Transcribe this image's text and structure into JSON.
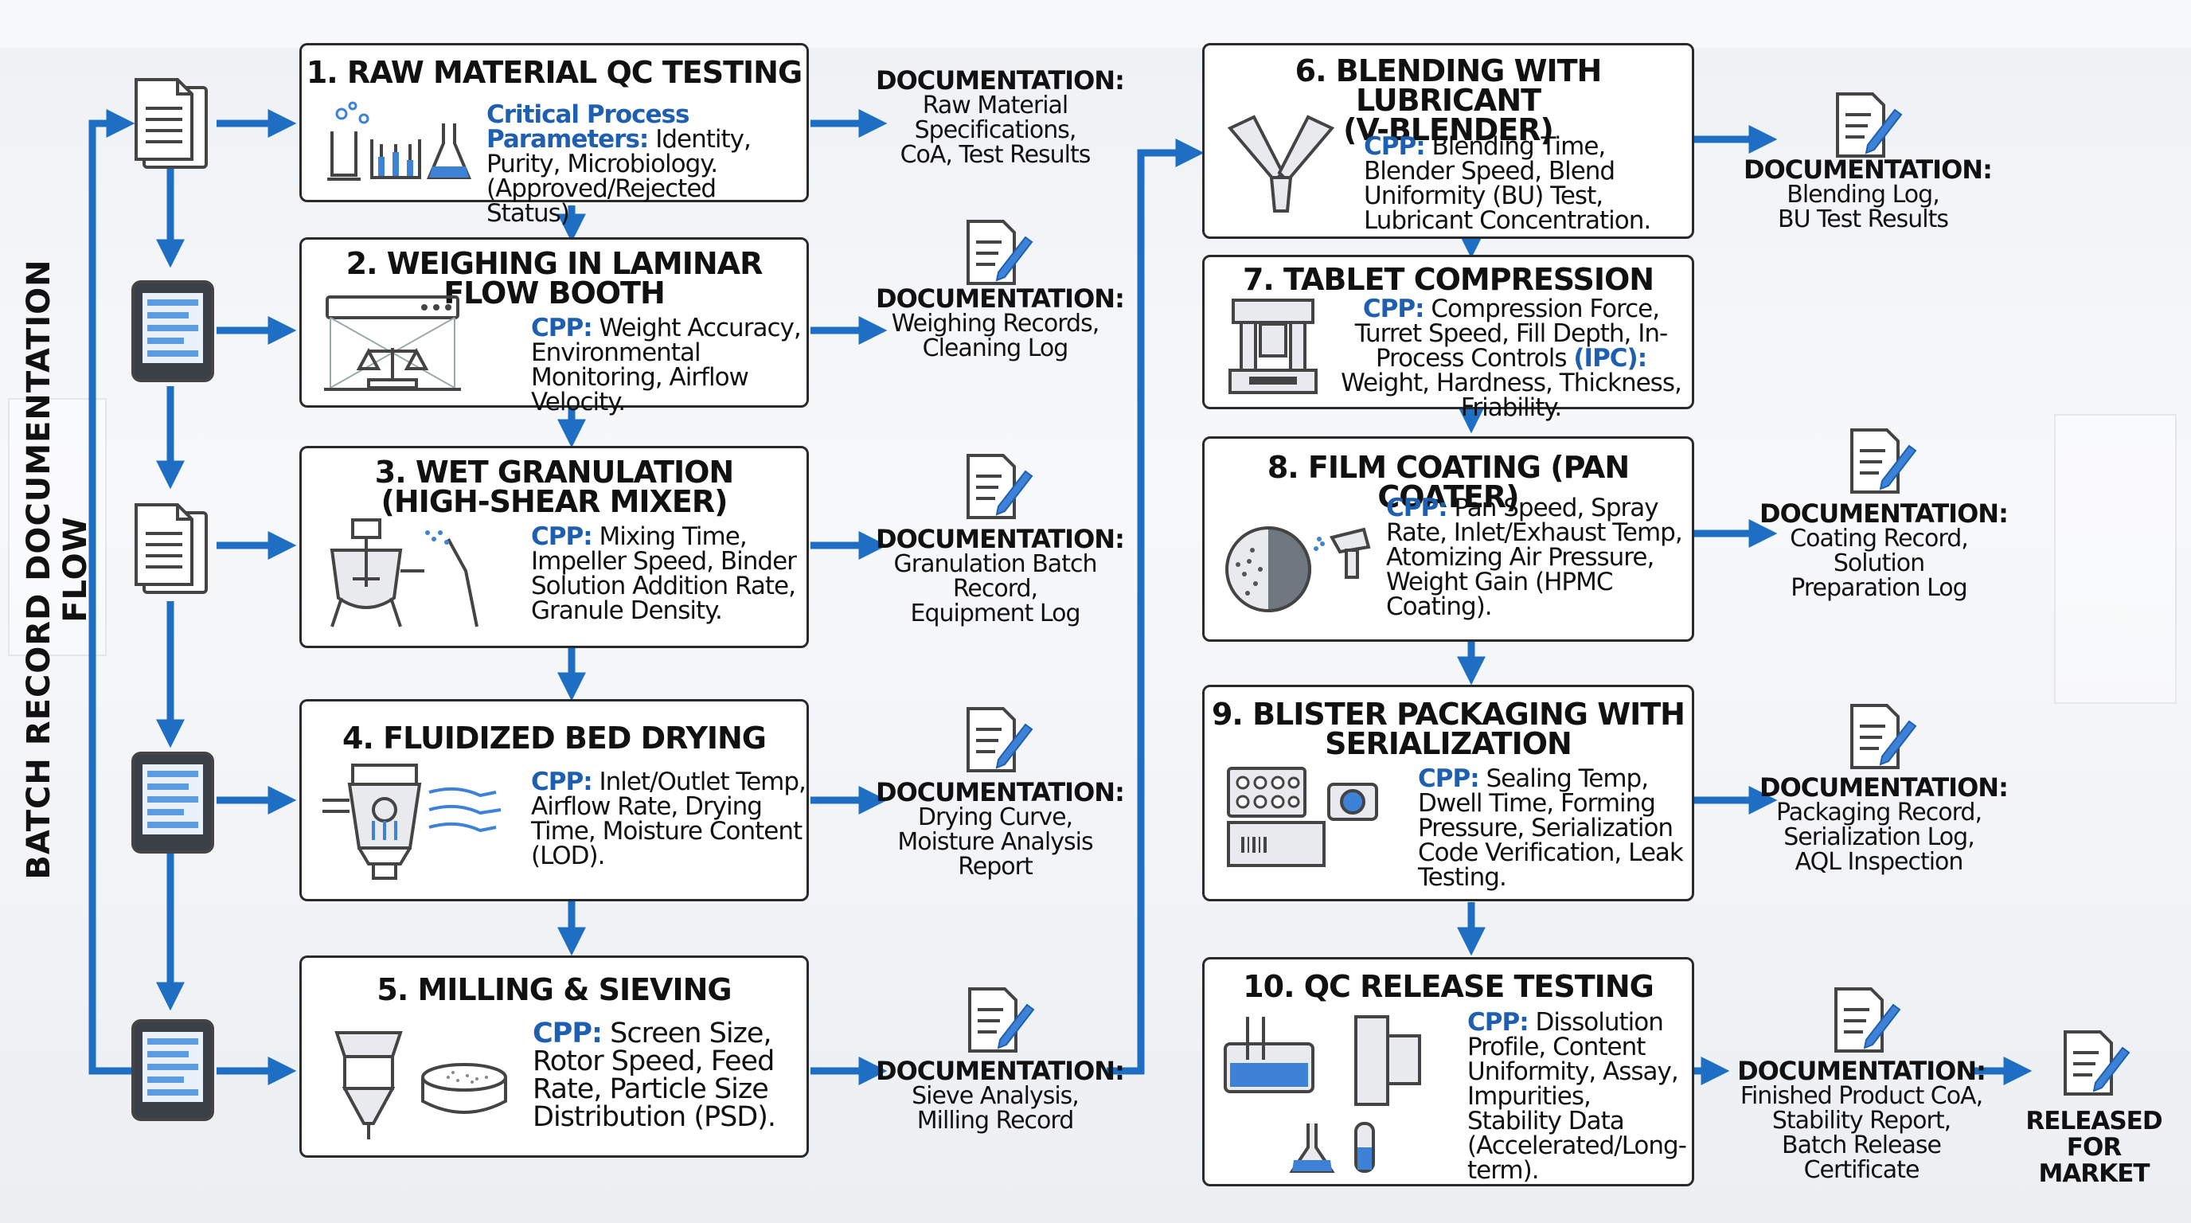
{
  "side_label": "BATCH RECORD DOCUMENTATION FLOW",
  "cpp_prefix": "CPP:",
  "doc_prefix": "DOCUMENTATION:",
  "steps": [
    {
      "title": "1. RAW MATERIAL QC TESTING",
      "label": "Critical Process Parameters:",
      "text": "Identity, Purity, Microbiology. (Approved/Rejected Status)",
      "doc": "Raw Material\nSpecifications,\nCoA, Test Results"
    },
    {
      "title": "2. WEIGHING IN LAMINAR\nFLOW BOOTH",
      "text": "Weight Accuracy, Environmental Monitoring, Airflow Velocity.",
      "doc": "Weighing Records,\nCleaning Log"
    },
    {
      "title": "3. WET GRANULATION\n(HIGH-SHEAR MIXER)",
      "text": "Mixing Time, Impeller Speed, Binder Solution Addition Rate, Granule Density.",
      "doc": "Granulation Batch\nRecord,\nEquipment Log"
    },
    {
      "title": "4. FLUIDIZED BED DRYING",
      "text": "Inlet/Outlet Temp, Airflow Rate, Drying Time, Moisture Content (LOD).",
      "doc": "Drying Curve,\nMoisture Analysis\nReport"
    },
    {
      "title": "5. MILLING & SIEVING",
      "text": "Screen Size, Rotor Speed, Feed Rate, Particle Size Distribution (PSD).",
      "doc": "Sieve Analysis,\nMilling Record"
    },
    {
      "title": "6. BLENDING WITH LUBRICANT\n(V-BLENDER)",
      "text": "Blending Time, Blender Speed, Blend Uniformity (BU) Test, Lubricant Concentration.",
      "doc": "Blending Log,\nBU Test Results"
    },
    {
      "title": "7. TABLET COMPRESSION",
      "text_a": "Compression Force, Turret Speed, Fill Depth, In-Process Controls ",
      "ipc": "(IPC):",
      "text_b": " Weight, Hardness, Thickness, Friability."
    },
    {
      "title": "8. FILM COATING (PAN COATER)",
      "text": "Pan Speed, Spray Rate, Inlet/Exhaust Temp, Atomizing Air Pressure, Weight Gain (HPMC Coating).",
      "doc": "Coating Record,\nSolution\nPreparation Log"
    },
    {
      "title": "9. BLISTER PACKAGING WITH\nSERIALIZATION",
      "text": "Sealing Temp, Dwell Time, Forming Pressure, Serialization Code Verification, Leak Testing.",
      "doc": "Packaging Record,\nSerialization Log,\nAQL Inspection"
    },
    {
      "title": "10. QC RELEASE TESTING",
      "text": "Dissolution Profile, Content Uniformity, Assay, Impurities, Stability Data (Accelerated/Long-term).",
      "doc": "Finished Product CoA,\nStability Report,\nBatch Release Certificate"
    }
  ],
  "released": "RELEASED\nFOR MARKET",
  "colors": {
    "accent": "#1e6fc4",
    "cpp": "#1f5fb0",
    "border": "#2a2a2a"
  }
}
